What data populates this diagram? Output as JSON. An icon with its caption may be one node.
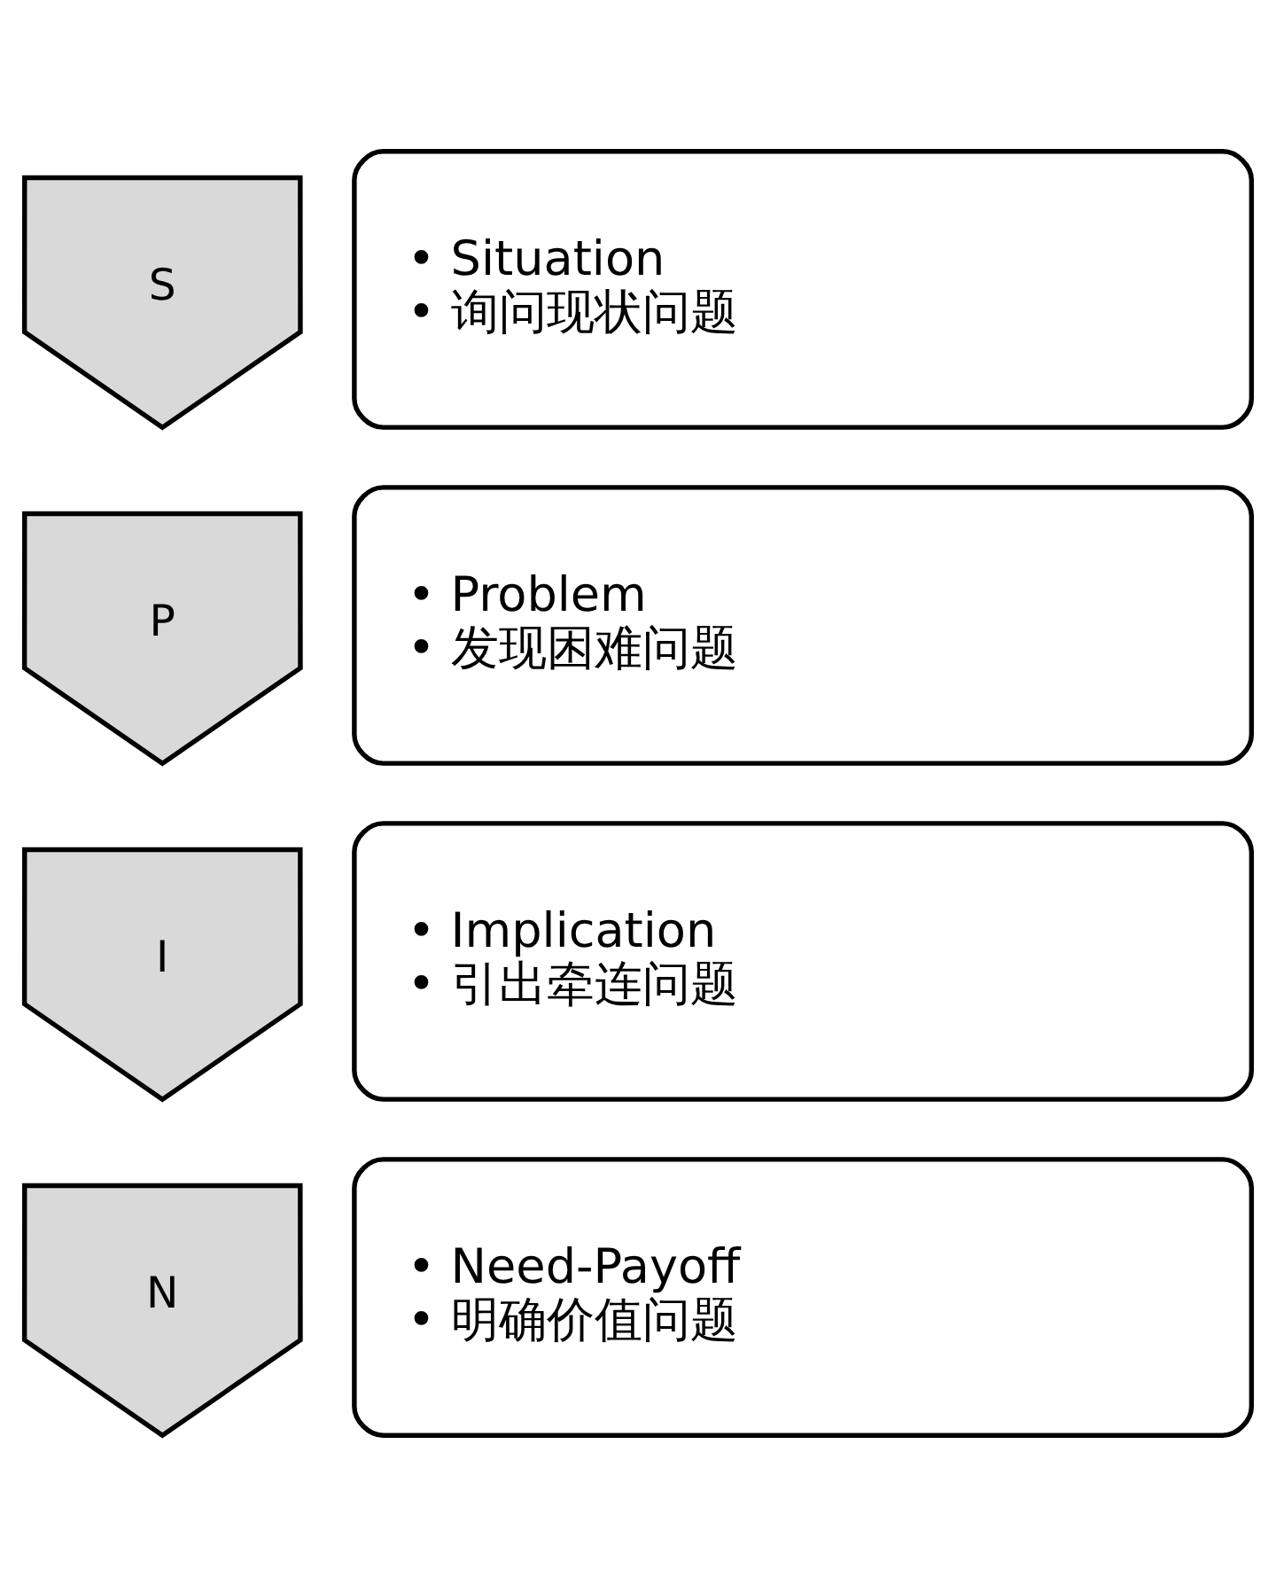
{
  "diagram": {
    "nodes": [
      {
        "text": [
          "S"
        ]
      },
      {
        "text": [
          "• Situation",
          "• 询问现状问题"
        ]
      },
      {
        "text": [
          "P"
        ]
      },
      {
        "text": [
          "• Problem",
          "• 发现困难问题"
        ]
      },
      {
        "text": [
          "I"
        ]
      },
      {
        "text": [
          "• Implication",
          "• 引出牵连问题"
        ]
      },
      {
        "text": [
          "N"
        ]
      },
      {
        "text": [
          "• Need-Payoff",
          "• 明确价值问题"
        ]
      }
    ]
  }
}
